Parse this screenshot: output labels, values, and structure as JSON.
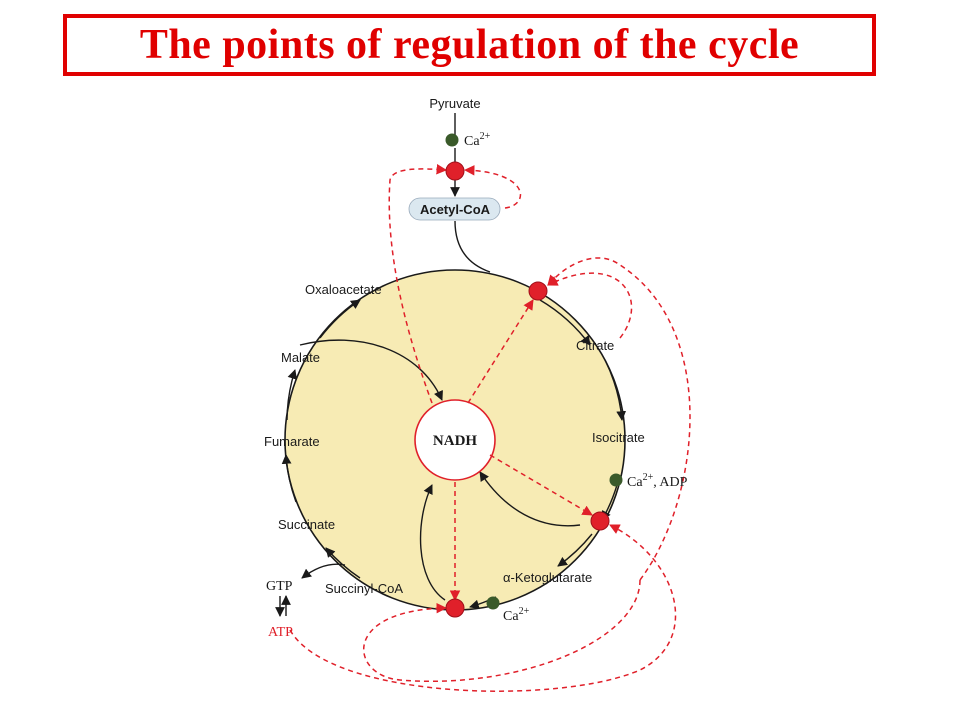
{
  "title": "The points of regulation of the cycle",
  "center_label": "NADH",
  "metabolites": {
    "pyruvate": "Pyruvate",
    "acetyl_coa": "Acetyl-CoA",
    "oxaloacetate": "Oxaloacetate",
    "citrate": "Citrate",
    "isocitrate": "Isocitrate",
    "alpha_ketoglutarate": "α-Ketoglutarate",
    "succinyl_coa": "Succinyl-CoA",
    "succinate": "Succinate",
    "fumarate": "Fumarate",
    "malate": "Malate",
    "gtp": "GTP",
    "atp": "ATP"
  },
  "activators": {
    "pdh": {
      "base": "Ca",
      "sup": "2+",
      "extra": ""
    },
    "idh": {
      "base": "Ca",
      "sup": "2+",
      "extra": ", ADP"
    },
    "akgdh": {
      "base": "Ca",
      "sup": "2+",
      "extra": ""
    }
  },
  "colors": {
    "title": "#e00000",
    "inhibition": "#e0202a",
    "activation": "#3a5a2a",
    "cycle_fill": "#f7ebb4",
    "acetyl_coa_fill": "#dbe8f0",
    "atp_label": "#e0202a"
  }
}
